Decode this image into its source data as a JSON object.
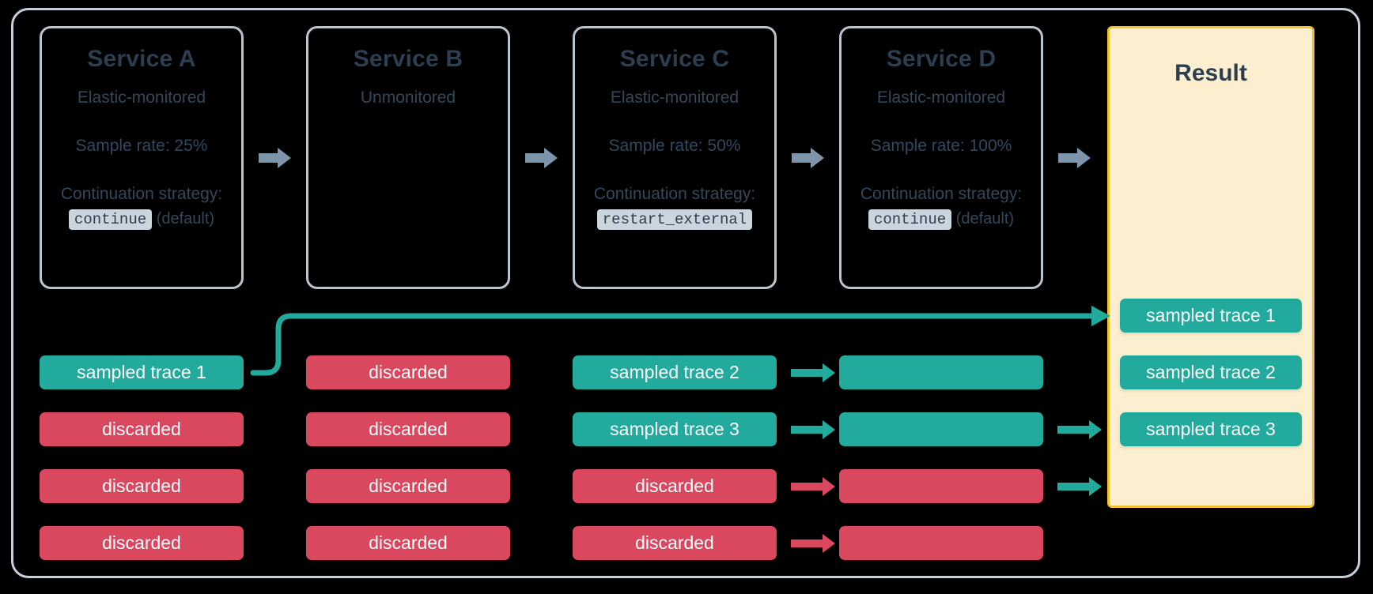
{
  "diagram": {
    "title": "Distributed tracing sampling across services",
    "colors": {
      "background": "#000000",
      "frame_border": "#c6d0da",
      "card_border": "#b8c4d0",
      "text": "#2c3e50",
      "text_dim": "#33485c",
      "sampled": "#22ab9c",
      "discarded": "#d9485f",
      "result_fill": "#fbefcf",
      "result_border": "#f5c12e",
      "grey_arrow": "#7e94aa",
      "code_bg": "#cbd5de"
    }
  },
  "services": [
    {
      "name": "Service A",
      "monitoring": "Elastic-monitored",
      "sample_rate": "Sample rate: 25%",
      "strategy_label": "Continuation strategy:",
      "strategy_value": "continue",
      "strategy_note": "(default)"
    },
    {
      "name": "Service B",
      "monitoring": "Unmonitored",
      "sample_rate": "",
      "strategy_label": "",
      "strategy_value": "",
      "strategy_note": ""
    },
    {
      "name": "Service C",
      "monitoring": "Elastic-monitored",
      "sample_rate": "Sample rate: 50%",
      "strategy_label": "Continuation strategy:",
      "strategy_value": "restart_external",
      "strategy_note": ""
    },
    {
      "name": "Service D",
      "monitoring": "Elastic-monitored",
      "sample_rate": "Sample rate: 100%",
      "strategy_label": "Continuation strategy:",
      "strategy_value": "continue",
      "strategy_note": "(default)"
    }
  ],
  "result": {
    "title": "Result",
    "traces": [
      {
        "label": "sampled trace 1",
        "state": "sampled"
      },
      {
        "label": "sampled trace 2",
        "state": "sampled"
      },
      {
        "label": "sampled trace 3",
        "state": "sampled"
      }
    ]
  },
  "columns": [
    {
      "service": "Service A",
      "rows": [
        {
          "label": "sampled trace 1",
          "state": "sampled"
        },
        {
          "label": "discarded",
          "state": "discarded"
        },
        {
          "label": "discarded",
          "state": "discarded"
        },
        {
          "label": "discarded",
          "state": "discarded"
        }
      ]
    },
    {
      "service": "Service B",
      "rows": [
        {
          "label": "discarded",
          "state": "discarded"
        },
        {
          "label": "discarded",
          "state": "discarded"
        },
        {
          "label": "discarded",
          "state": "discarded"
        },
        {
          "label": "discarded",
          "state": "discarded"
        }
      ]
    },
    {
      "service": "Service C",
      "rows": [
        {
          "label": "sampled trace 2",
          "state": "sampled"
        },
        {
          "label": "sampled trace 3",
          "state": "sampled"
        },
        {
          "label": "discarded",
          "state": "discarded"
        },
        {
          "label": "discarded",
          "state": "discarded"
        }
      ]
    },
    {
      "service": "Service D",
      "rows": [
        {
          "label": "",
          "state": "sampled"
        },
        {
          "label": "",
          "state": "sampled"
        },
        {
          "label": "",
          "state": "discarded"
        },
        {
          "label": "",
          "state": "discarded"
        }
      ]
    }
  ]
}
